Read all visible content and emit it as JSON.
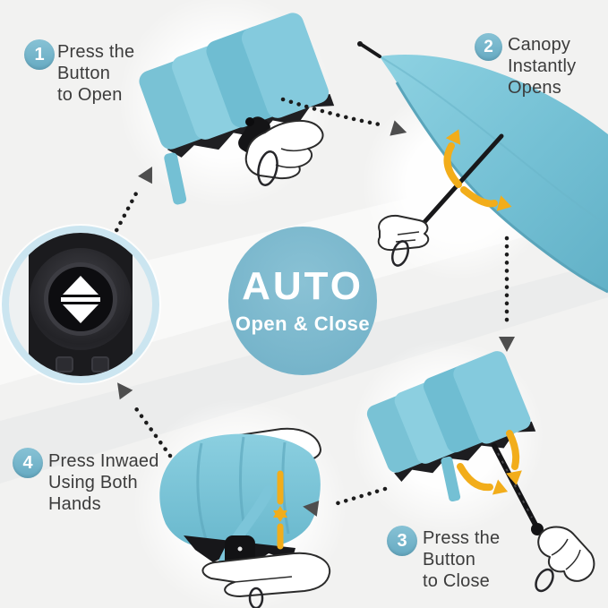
{
  "auto_badge": {
    "title": "AUTO",
    "subtitle": "Open & Close"
  },
  "steps": [
    {
      "number": "1",
      "lines": [
        "Press the",
        "Button",
        "to Open"
      ]
    },
    {
      "number": "2",
      "lines": [
        "Canopy",
        "Instantly",
        "Opens"
      ]
    },
    {
      "number": "3",
      "lines": [
        "Press the",
        "Button",
        "to Close"
      ]
    },
    {
      "number": "4",
      "lines": [
        "Press Inwaed",
        "Using Both",
        "Hands"
      ]
    }
  ],
  "icons": {
    "open_close_button": "up-down-arrows-icon",
    "flow_arrows": "dotted-arrow-icon",
    "motion_arrows": "curved-yellow-arrow-icon"
  },
  "palette": {
    "badge_blue": "#76b4ca",
    "canopy_blue": "#7cc5d9",
    "canopy_dark": "#5aa5bb",
    "motion_yellow": "#f2ad1a",
    "flow_arrow_gray": "#4e4e4e",
    "text_gray": "#3c3c3c",
    "closeup_ring": "#cbe5f0"
  }
}
